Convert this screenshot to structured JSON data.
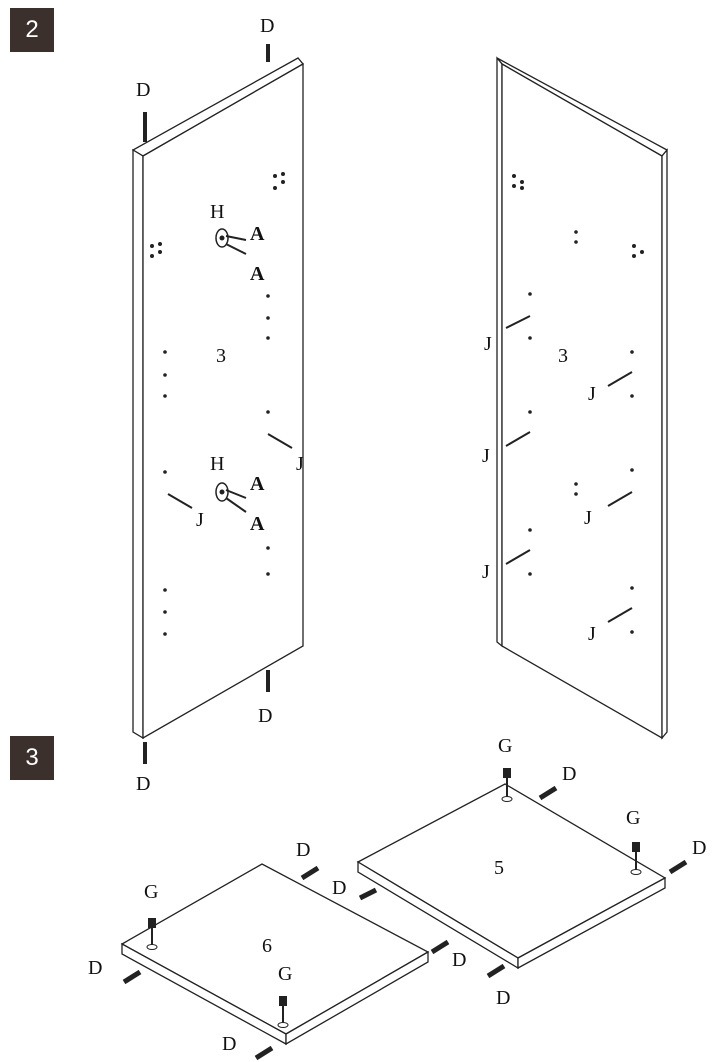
{
  "steps": [
    {
      "label": "2"
    },
    {
      "label": "3"
    }
  ],
  "parts": {
    "D": "D",
    "H": "H",
    "A": "A",
    "J": "J",
    "G": "G"
  },
  "panel_numbers": {
    "left_side": "3",
    "right_side": "3",
    "shelf_top": "5",
    "shelf_bottom": "6"
  }
}
